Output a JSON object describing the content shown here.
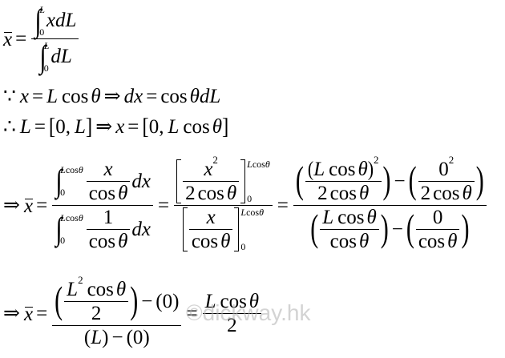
{
  "symbols": {
    "x": "x",
    "L": "L",
    "dL": "dL",
    "dx": "dx",
    "eq": "=",
    "minus": "−",
    "because": "∵",
    "therefore": "∴",
    "implies": "⇒",
    "cos": "cos",
    "theta": "θ",
    "comma": ",",
    "zero": "0",
    "one": "1",
    "two": "2",
    "sq": "2",
    "int": "∫",
    "lb": "[",
    "rb": "]",
    "lp": "(",
    "rp": ")"
  },
  "watermark": "©dickway.hk"
}
